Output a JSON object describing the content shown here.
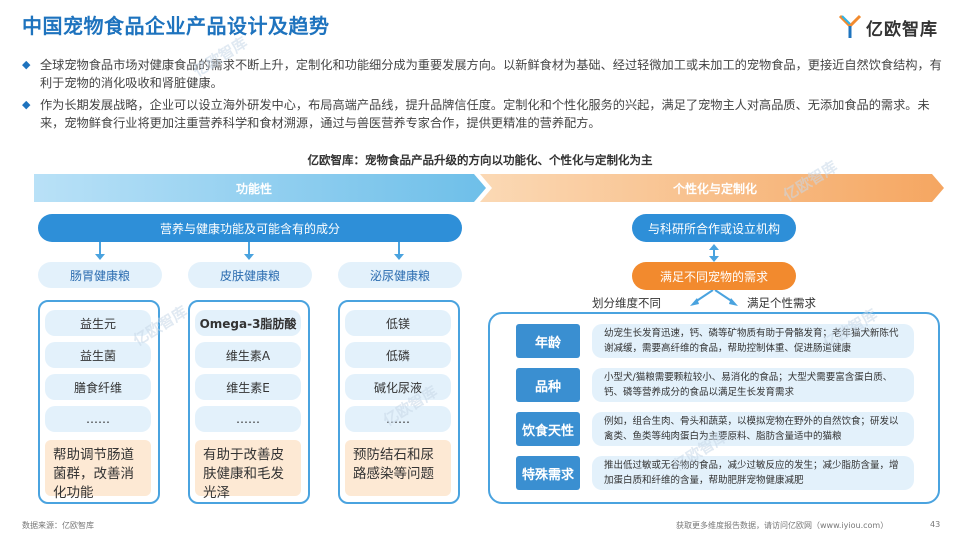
{
  "header": {
    "title": "中国宠物食品企业产品设计及趋势",
    "logo_text": "亿欧智库"
  },
  "bullets": [
    "全球宠物食品市场对健康食品的需求不断上升，定制化和功能细分成为重要发展方向。以新鲜食材为基础、经过轻微加工或未加工的宠物食品，更接近自然饮食结构，有利于宠物的消化吸收和肾脏健康。",
    "作为长期发展战略，企业可以设立海外研发中心，布局高端产品线，提升品牌信任度。定制化和个性化服务的兴起，满足了宠物主人对高品质、无添加食品的需求。未来，宠物鲜食行业将更加注重营养科学和食材溯源，通过与兽医营养专家合作，提供更精准的营养配方。"
  ],
  "diagram": {
    "subtitle": "亿欧智库：宠物食品产品升级的方向以功能化、个性化与定制化为主",
    "left_arrow": "功能性",
    "right_arrow": "个性化与定制化",
    "left_pill": "营养与健康功能及可能含有的成分",
    "columns": [
      {
        "tag": "肠胃健康粮",
        "items": [
          "益生元",
          "益生菌",
          "膳食纤维",
          "……"
        ],
        "note": "帮助调节肠道菌群，改善消化功能"
      },
      {
        "tag": "皮肤健康粮",
        "items": [
          "Omega-3脂肪酸",
          "维生素A",
          "维生素E",
          "……"
        ],
        "note": "有助于改善皮肤健康和毛发光泽"
      },
      {
        "tag": "泌尿健康粮",
        "items": [
          "低镁",
          "低磷",
          "碱化尿液",
          "……"
        ],
        "note": "预防结石和尿路感染等问题"
      }
    ],
    "right_top_pill": "与科研所合作或设立机构",
    "right_mid_pill": "满足不同宠物的需求",
    "branch_left": "划分维度不同",
    "branch_right": "满足个性需求",
    "rows": [
      {
        "label": "年龄",
        "desc": "幼宠生长发育迅速，钙、磷等矿物质有助于骨骼发育；老年猫犬新陈代谢减缓，需要高纤维的食品，帮助控制体重、促进肠道健康"
      },
      {
        "label": "品种",
        "desc": "小型犬/猫粮需要颗粒较小、易消化的食品；大型犬需要富含蛋白质、钙、磷等营养成分的食品以满足生长发育需求"
      },
      {
        "label": "饮食天性",
        "desc": "例如，组合生肉、骨头和蔬菜，以模拟宠物在野外的自然饮食；研发以禽类、鱼类等纯肉蛋白为主要原料、脂肪含量适中的猫粮"
      },
      {
        "label": "特殊需求",
        "desc": "推出低过敏或无谷物的食品，减少过敏反应的发生；减少脂肪含量，增加蛋白质和纤维的含量，帮助肥胖宠物健康减肥"
      }
    ]
  },
  "footer": {
    "source": "数据来源：亿欧智库",
    "more": "获取更多维度报告数据，请访问亿欧网（www.iyiou.com）",
    "page": "43"
  },
  "watermark": "亿欧智库",
  "colors": {
    "accent_blue": "#1e73be",
    "arrow_light": "#8ecdf0",
    "orange": "#f28a2e",
    "pill_blue": "#2e8fd8"
  }
}
